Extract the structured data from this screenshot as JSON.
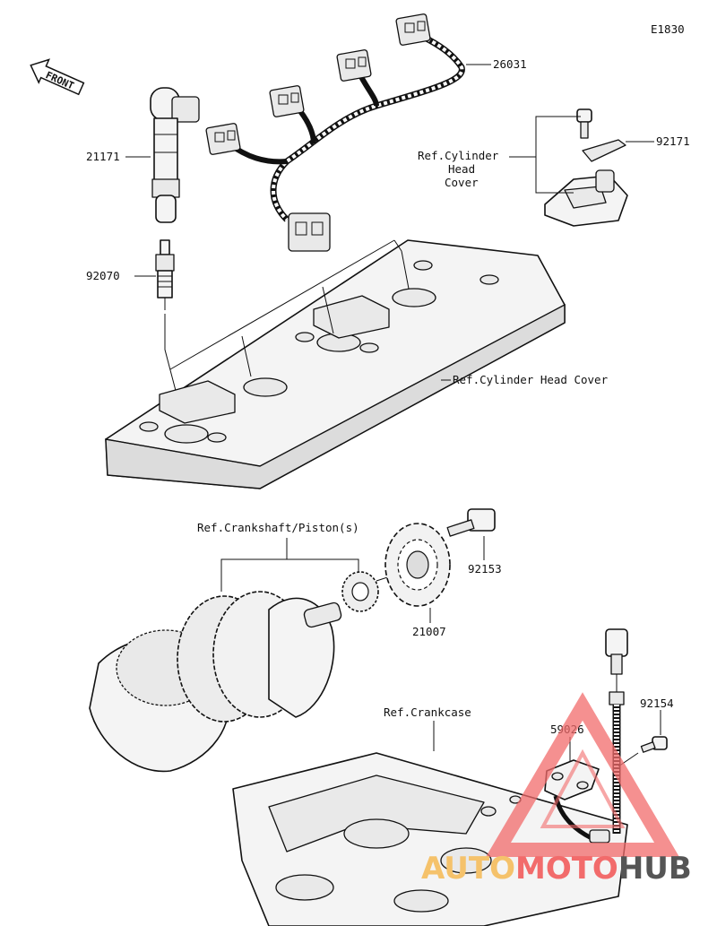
{
  "diagram_code": "E1830",
  "front_label": "FRONT",
  "parts": {
    "harness": "26031",
    "coil": "21171",
    "spark_plug": "92070",
    "bolt_top": "92171",
    "rotor": "21007",
    "bolt_rotor": "92153",
    "sensor": "59026",
    "bolt_sensor": "92154"
  },
  "refs": {
    "head_cover_small_1": "Ref.Cylinder",
    "head_cover_small_2": "Head",
    "head_cover_small_3": "Cover",
    "head_cover": "Ref.Cylinder Head Cover",
    "crankshaft": "Ref.Crankshaft/Piston(s)",
    "crankcase": "Ref.Crankcase"
  },
  "watermark": {
    "part1": "AUTO",
    "part2": "MOTO",
    "part3": "HUB",
    "colors": {
      "auto": "#f5c26b",
      "moto": "#f26b6b",
      "hub": "#555555"
    }
  }
}
